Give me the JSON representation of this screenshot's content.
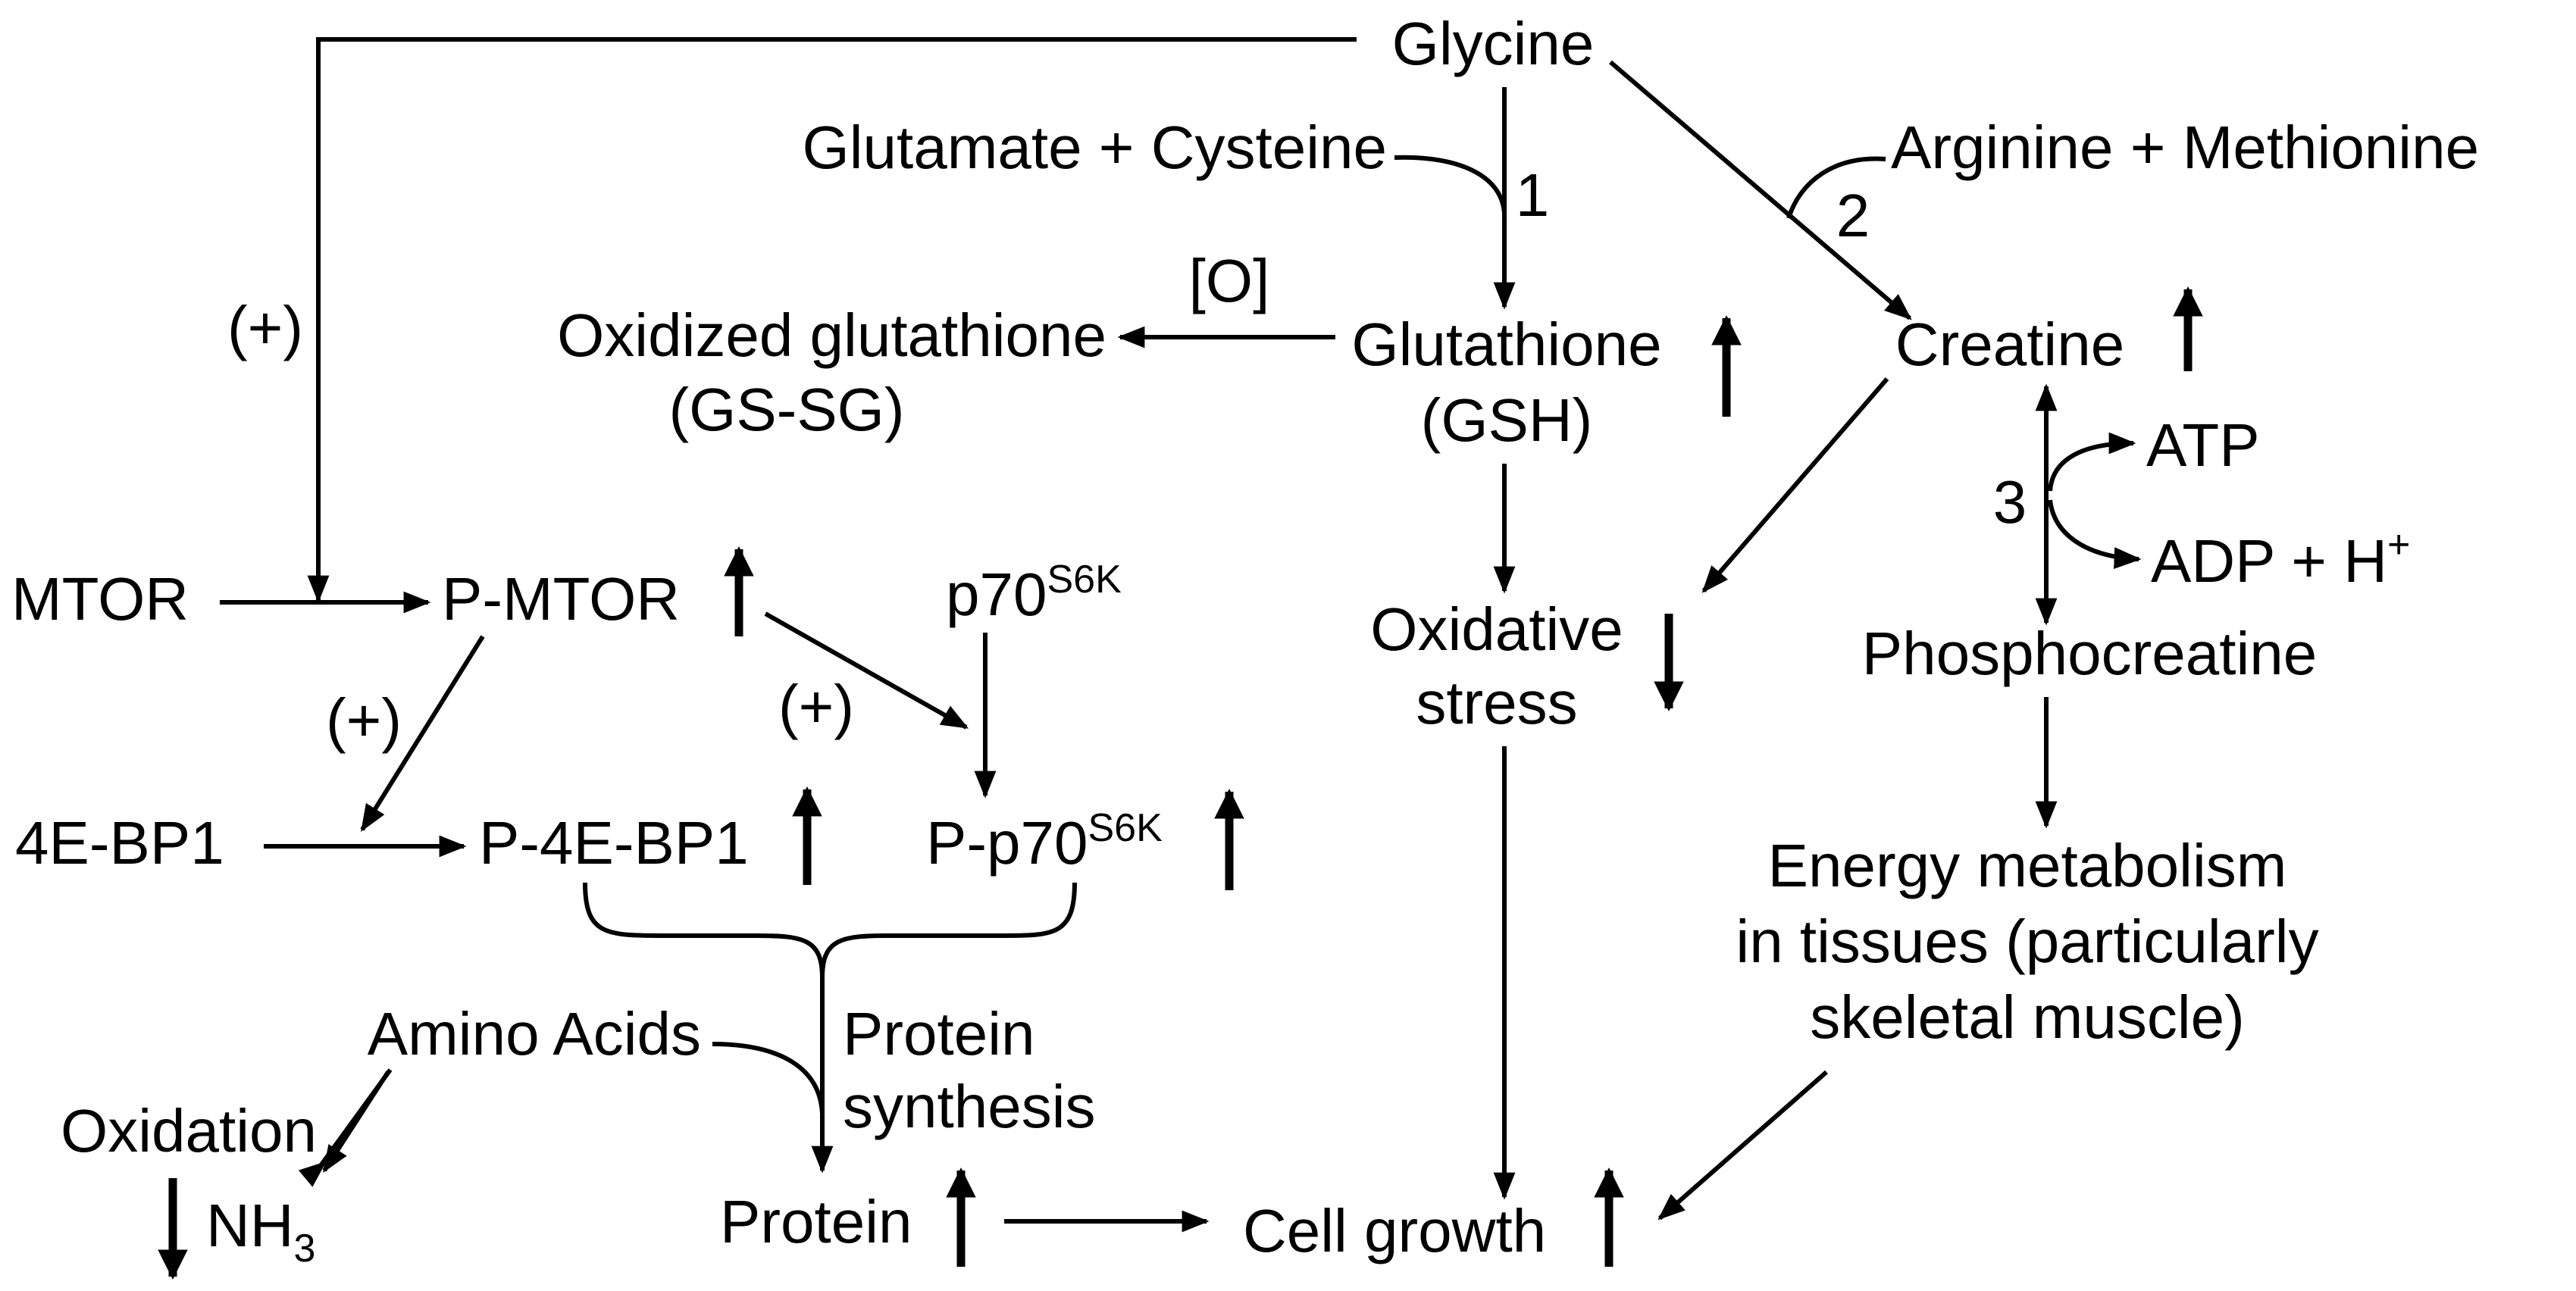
{
  "nodes": {
    "glycine": "Glycine",
    "glutamate_cysteine": "Glutamate + Cysteine",
    "arginine_methionine": "Arginine + Methionine",
    "glutathione": "Glutathione",
    "gsh": "(GSH)",
    "oxidized_glutathione": "Oxidized glutathione",
    "gssg": "(GS-SG)",
    "creatine": "Creatine",
    "atp": "ATP",
    "adp": "ADP + H",
    "adp_sup": "+",
    "phosphocreatine": "Phosphocreatine",
    "oxidative": "Oxidative",
    "stress": "stress",
    "mtor": "MTOR",
    "p_mtor": "P-MTOR",
    "p70": "p70",
    "p70_sup": "S6K",
    "eb4": "4E-BP1",
    "p_4ebp1": "P-4E-BP1",
    "p_p70": "P-p70",
    "p_p70_sup": "S6K",
    "amino_acids": "Amino Acids",
    "oxidation": "Oxidation",
    "nh3": "NH",
    "nh3_sub": "3",
    "protein_synthesis_1": "Protein",
    "protein_synthesis_2": "synthesis",
    "protein": "Protein",
    "cell_growth": "Cell growth",
    "energy_1": "Energy metabolism",
    "energy_2": "in tissues (particularly",
    "energy_3": "skeletal muscle)"
  },
  "labels": {
    "step1": "1",
    "step2": "2",
    "step3": "3",
    "oxygen": "[O]",
    "plus_glycine_mtor": "(+)",
    "plus_mtor_4ebp1": "(+)",
    "plus_mtor_p70": "(+)"
  }
}
